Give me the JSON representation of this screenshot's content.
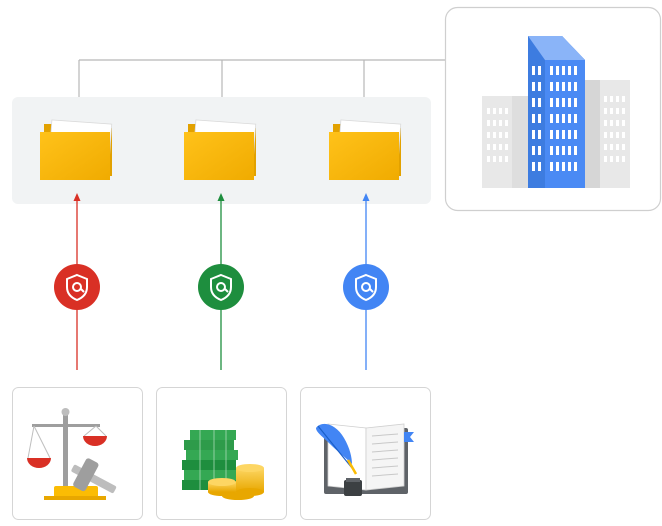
{
  "diagram": {
    "organization": {
      "icon": "office-building-icon"
    },
    "folders": [
      {
        "id": "folder-1",
        "icon": "folder-icon"
      },
      {
        "id": "folder-2",
        "icon": "folder-icon"
      },
      {
        "id": "folder-3",
        "icon": "folder-icon"
      }
    ],
    "policies": [
      {
        "id": "legal",
        "color": "#d93025",
        "shield_icon": "shield-lock-icon",
        "source_icon": "scales-of-justice-gavel-icon"
      },
      {
        "id": "finance",
        "color": "#1e8e3e",
        "shield_icon": "shield-lock-icon",
        "source_icon": "money-stack-coins-icon"
      },
      {
        "id": "publishing",
        "color": "#4285f4",
        "shield_icon": "shield-lock-icon",
        "source_icon": "book-quill-pen-icon"
      }
    ],
    "colors": {
      "connector": "#b7b7b7",
      "card_border": "#d5d5d5",
      "folder_panel": "#f1f3f4",
      "folder": "#f5b400",
      "building_primary": "#4a86e8",
      "building_secondary": "#dcdcdc"
    }
  }
}
